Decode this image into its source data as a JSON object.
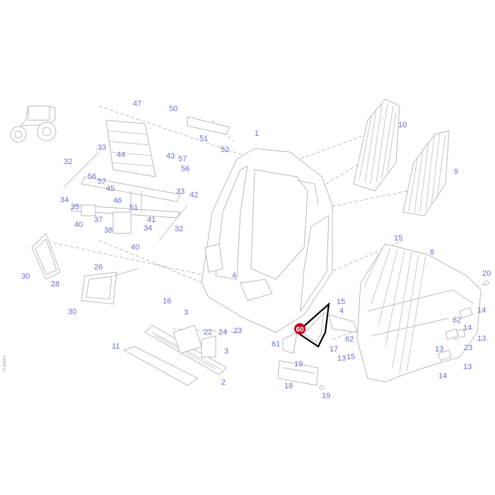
{
  "highlight": {
    "label": "60",
    "color": "#c8001c"
  },
  "side_id": "FL000001",
  "callouts": {
    "c1": "1",
    "c2": "2",
    "c3a": "3",
    "c3b": "3",
    "c4": "4",
    "c4b": "4",
    "c8": "8",
    "c9": "9",
    "c10": "10",
    "c11": "11",
    "c13a": "13",
    "c13b": "13",
    "c13c": "13",
    "c13d": "13",
    "c14a": "14",
    "c14b": "14",
    "c14c": "14",
    "c15a": "15",
    "c15b": "15",
    "c15c": "15",
    "c16": "16",
    "c17": "17",
    "c18": "18",
    "c19a": "19",
    "c19b": "19",
    "c20": "20",
    "c22": "22",
    "c23a": "23",
    "c23b": "23",
    "c24": "24",
    "c26": "26",
    "c28": "28",
    "c30a": "30",
    "c30b": "30",
    "c32a": "32",
    "c32b": "32",
    "c33a": "33",
    "c33b": "33",
    "c34a": "34",
    "c34b": "34",
    "c35": "35",
    "c37": "37",
    "c38": "38",
    "c40a": "40",
    "c40b": "40",
    "c41": "41",
    "c42": "42",
    "c43": "43",
    "c44": "44",
    "c45": "45",
    "c46": "46",
    "c47": "47",
    "c50": "50",
    "c51a": "51",
    "c51b": "51",
    "c52": "52",
    "c56a": "56",
    "c56b": "56",
    "c57a": "57",
    "c57b": "57",
    "c61": "61",
    "c62a": "62",
    "c62b": "62"
  }
}
